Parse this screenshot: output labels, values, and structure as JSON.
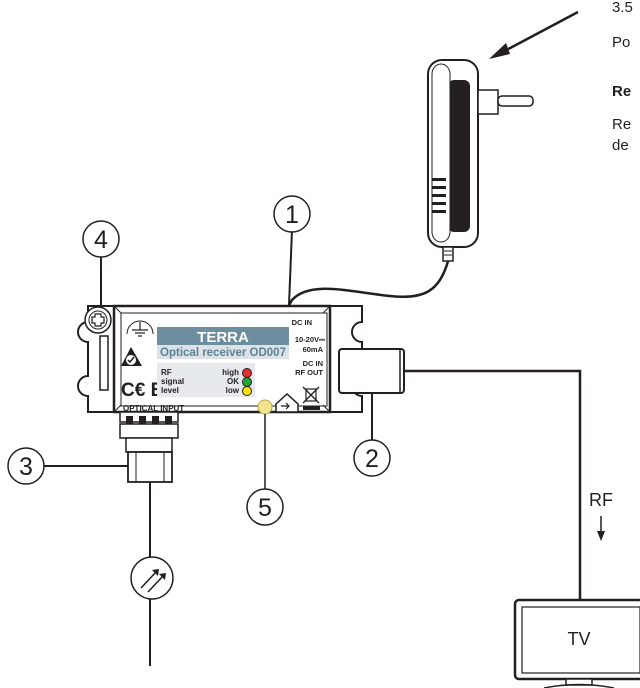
{
  "right_text": {
    "line1": "3.5",
    "line2": "Po",
    "heading": "Re",
    "line4": "Re",
    "line5": "de"
  },
  "callouts": [
    "1",
    "2",
    "3",
    "4",
    "5"
  ],
  "device": {
    "brand": "TERRA",
    "model": "Optical receiver OD007",
    "dc_in_top": "DC IN",
    "voltage": "10-20V⎓",
    "current": "60mA",
    "dc_in_rf_out_1": "DC IN",
    "dc_in_rf_out_2": "RF OUT",
    "rf_label_1": "RF",
    "rf_label_2": "signal",
    "rf_label_3": "level",
    "level_high": "high",
    "level_ok": "OK",
    "level_low": "low",
    "optical_input": "OPTICAL INPUT",
    "cert_marks": "C€ EAC"
  },
  "rf_label": "RF",
  "tv_label": "TV",
  "colors": {
    "line": "#231f20",
    "label_bg": "#6d8e9f",
    "led_high": "#e62e2d",
    "led_ok": "#21a637",
    "led_low": "#ffe100",
    "led5": "#f3e48b"
  }
}
